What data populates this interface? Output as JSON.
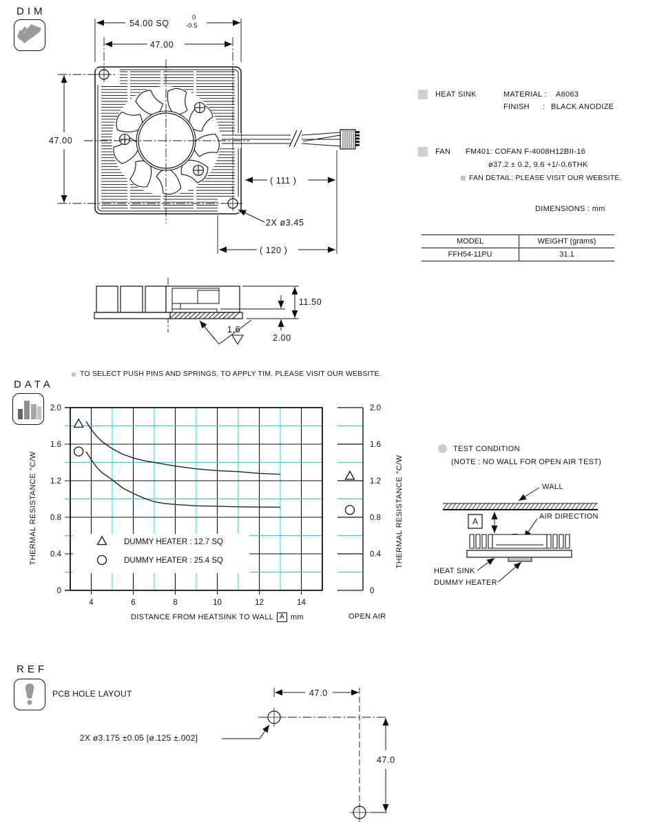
{
  "sections": {
    "dim": {
      "label": "DIM",
      "dims": {
        "sq": "54.00 SQ",
        "sq_tol_top": "0",
        "sq_tol_bottom": "-0.5",
        "top_47": "47.00",
        "left_47": "47.00",
        "len_111": "( 111 )",
        "len_120": "( 120 )",
        "hole_note": "2X ø3.45",
        "height": "11.50",
        "base": "2.00",
        "roughness": "1.6"
      },
      "info": {
        "heat_sink_label": "HEAT SINK",
        "material_label": "MATERIAL :",
        "material_value": "A6063",
        "finish_label": "FINISH",
        "finish_colon": ":",
        "finish_value": "BLACK ANODIZE",
        "fan_label": "FAN",
        "fan_line1": "FM401: COFAN F-4008H12BII-16",
        "fan_line2": "ø37.2 ± 0.2, 9.6 +1/-0.6THK",
        "fan_note": "FAN DETAIL: PLEASE VISIT OUR WEBSITE.",
        "dimensions_note": "DIMENSIONS  :  mm"
      },
      "table": {
        "headers": [
          "MODEL",
          "WEIGHT  (grams)"
        ],
        "rows": [
          [
            "FFH54-11PU",
            "31.1"
          ]
        ]
      }
    },
    "tim_note": "TO SELECT PUSH PINS AND SPRINGS, TO APPLY TIM.  PLEASE VISIT OUR WEBSITE.",
    "data": {
      "label": "DATA",
      "open_air_label": "OPEN AIR",
      "xaxis_prefix": "DISTANCE FROM HEATSINK TO WALL",
      "xaxis_box": "A",
      "xaxis_suffix": "mm",
      "yaxis_label_left": "THERMAL  RESISTANCE  °C/W",
      "yaxis_label_right": "THERMAL  RESISTANCE  °C/W"
    },
    "test": {
      "title": "TEST CONDITION",
      "note": "(NOTE : NO WALL FOR OPEN AIR TEST)",
      "wall_label": "WALL",
      "air_label": "AIR DIRECTION",
      "heatsink_label": "HEAT SINK",
      "heater_label": "DUMMY HEATER",
      "a_label": "A"
    },
    "ref": {
      "label": "REF",
      "title": "PCB HOLE LAYOUT",
      "hole_note": "2X  ø3.175 ±0.05 [ø.125 ±.002]",
      "dim_h": "47.0",
      "dim_v": "47.0"
    }
  },
  "chart_data": {
    "type": "line",
    "title": "",
    "xlabel": "DISTANCE FROM HEATSINK TO WALL A mm",
    "ylabel": "THERMAL RESISTANCE °C/W",
    "xlim": [
      3,
      15
    ],
    "ylim": [
      0,
      2.0
    ],
    "xticks": [
      4,
      6,
      8,
      10,
      12,
      14
    ],
    "yticks": [
      0,
      0.4,
      0.8,
      1.2,
      1.6,
      2.0
    ],
    "grid": true,
    "major_color": "#111111",
    "minor_color": "#00e5e5",
    "legend_position": "inside-lower-left",
    "open_air_label": "OPEN AIR",
    "series": [
      {
        "name": "DUMMY HEATER :  12.7 SQ",
        "marker": "triangle",
        "x": [
          3.75,
          4,
          4.25,
          4.5,
          5,
          5.5,
          6,
          6.5,
          7,
          7.5,
          8,
          9,
          10,
          11,
          12,
          13
        ],
        "y": [
          1.85,
          1.76,
          1.69,
          1.63,
          1.55,
          1.49,
          1.45,
          1.42,
          1.4,
          1.38,
          1.36,
          1.33,
          1.31,
          1.3,
          1.28,
          1.27
        ],
        "marker_point": [
          3.4,
          1.82
        ],
        "open_air": 1.25
      },
      {
        "name": "DUMMY HEATER :  25.4 SQ",
        "marker": "circle",
        "x": [
          3.75,
          4,
          4.25,
          4.5,
          5,
          5.5,
          6,
          6.5,
          7,
          7.5,
          8,
          9,
          10,
          11,
          12,
          13
        ],
        "y": [
          1.52,
          1.43,
          1.35,
          1.29,
          1.21,
          1.12,
          1.06,
          1.01,
          0.97,
          0.95,
          0.94,
          0.925,
          0.92,
          0.915,
          0.912,
          0.91
        ],
        "marker_point": [
          3.4,
          1.52
        ],
        "open_air": 0.88
      }
    ]
  }
}
